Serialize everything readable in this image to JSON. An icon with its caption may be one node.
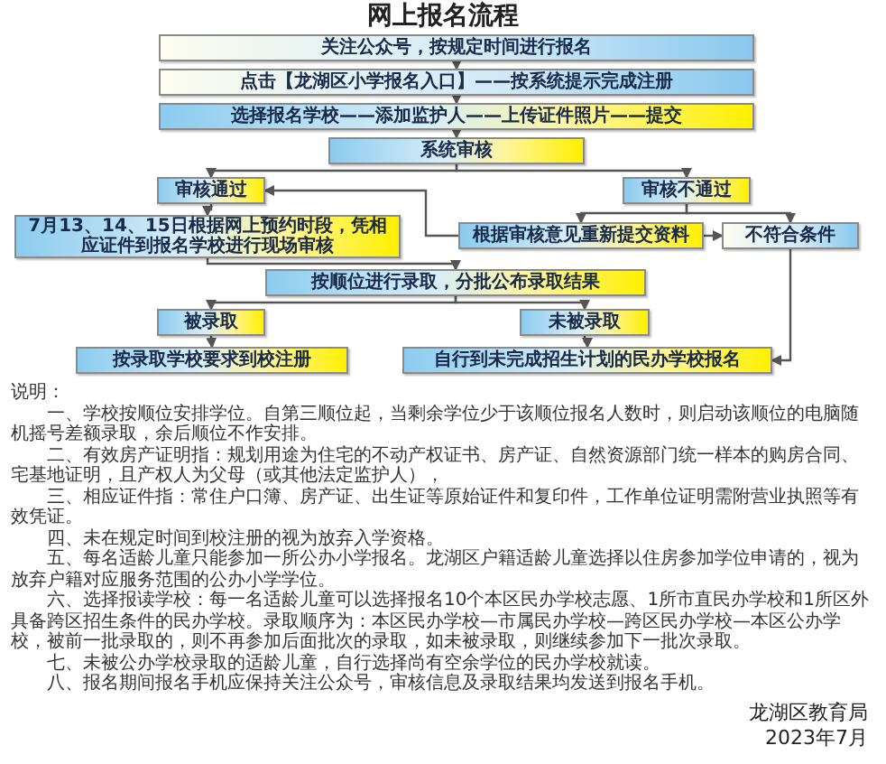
{
  "diagram": {
    "title": "网上报名流程",
    "nodes": [
      {
        "text": [
          "关注公众号，按规定时间进行报名"
        ]
      },
      {
        "text": [
          "点击【龙湖区小学报名入口】——按系统提示完成注册"
        ]
      },
      {
        "text": [
          "选择报名学校——添加监护人——上传证件照片——提交"
        ]
      },
      {
        "text": [
          "系统审核"
        ]
      },
      {
        "text": [
          "审核通过"
        ]
      },
      {
        "text": [
          "审核不通过"
        ]
      },
      {
        "text": [
          "7月13、14、15日根据网上预约时段，凭相应证件到报名学校进行现场审核"
        ]
      },
      {
        "text": [
          "根据审核意见重新提交资料"
        ]
      },
      {
        "text": [
          "不符合条件"
        ]
      },
      {
        "text": [
          "按顺位进行录取，分批公布录取结果"
        ]
      },
      {
        "text": [
          "被录取"
        ]
      },
      {
        "text": [
          "未被录取"
        ]
      },
      {
        "text": [
          "按录取学校要求到校注册"
        ]
      },
      {
        "text": [
          "自行到未完成招生计划的民办学校报名"
        ]
      }
    ],
    "edges": [
      {
        "from": 0,
        "to": 1,
        "arrow": "to"
      },
      {
        "from": 1,
        "to": 2,
        "arrow": "to"
      },
      {
        "from": 2,
        "to": 3,
        "arrow": "to"
      },
      {
        "from": 3,
        "to": 4,
        "arrow": "to"
      },
      {
        "from": 3,
        "to": 5,
        "arrow": "to"
      },
      {
        "from": 5,
        "to": 7,
        "arrow": "to"
      },
      {
        "from": 5,
        "to": 8,
        "arrow": "to"
      },
      {
        "from": 7,
        "to": 4,
        "arrow": "to"
      },
      {
        "from": 7,
        "to": 8,
        "arrow": "to"
      },
      {
        "from": 4,
        "to": 6,
        "arrow": "to"
      },
      {
        "from": 6,
        "to": 9,
        "arrow": "to"
      },
      {
        "from": 9,
        "to": 10,
        "arrow": "to"
      },
      {
        "from": 9,
        "to": 11,
        "arrow": "to"
      },
      {
        "from": 10,
        "to": 12,
        "arrow": "to"
      },
      {
        "from": 11,
        "to": 13,
        "arrow": "to"
      },
      {
        "from": 8,
        "to": 13,
        "arrow": "to"
      }
    ],
    "labels": [
      "说明：",
      "一、学校按顺位安排学位。自第三顺位起，当剩余学位少于该顺位报名人数时，则启动该顺位的电脑随机摇号差额录取，余后顺位不作安排。",
      "二、有效房产证明指：规划用途为住宅的不动产权证书、房产证、自然资源部门统一样本的购房合同、宅基地证明，且产权人为父母（或其他法定监护人），",
      "三、相应证件指：常住户口簿、房产证、出生证等原始证件和复印件，工作单位证明需附营业执照等有效凭证。",
      "四、未在规定时间到校注册的视为放弃入学资格。",
      "五、每名适龄儿童只能参加一所公办小学报名。龙湖区户籍适龄儿童选择以住房参加学位申请的，视为放弃户籍对应服务范围的公办小学学位。",
      "六、选择报读学校：每一名适龄儿童可以选择报名10个本区民办学校志愿、1所市直民办学校和1所区外具备跨区招生条件的民办学校。录取顺序为：本区民办学校—市属民办学校—跨区民办学校—本区公办学校，被前一批录取的，则不再参加后面批次的录取，如未被录取，则继续参加下一批次录取。",
      "七、未被公办学校录取的适龄儿童，自行选择尚有空余学位的民办学校就读。",
      "八、报名期间报名手机应保持关注公众号，审核信息及录取结果均发送到报名手机。",
      "龙湖区教育局",
      "2023年7月"
    ]
  }
}
